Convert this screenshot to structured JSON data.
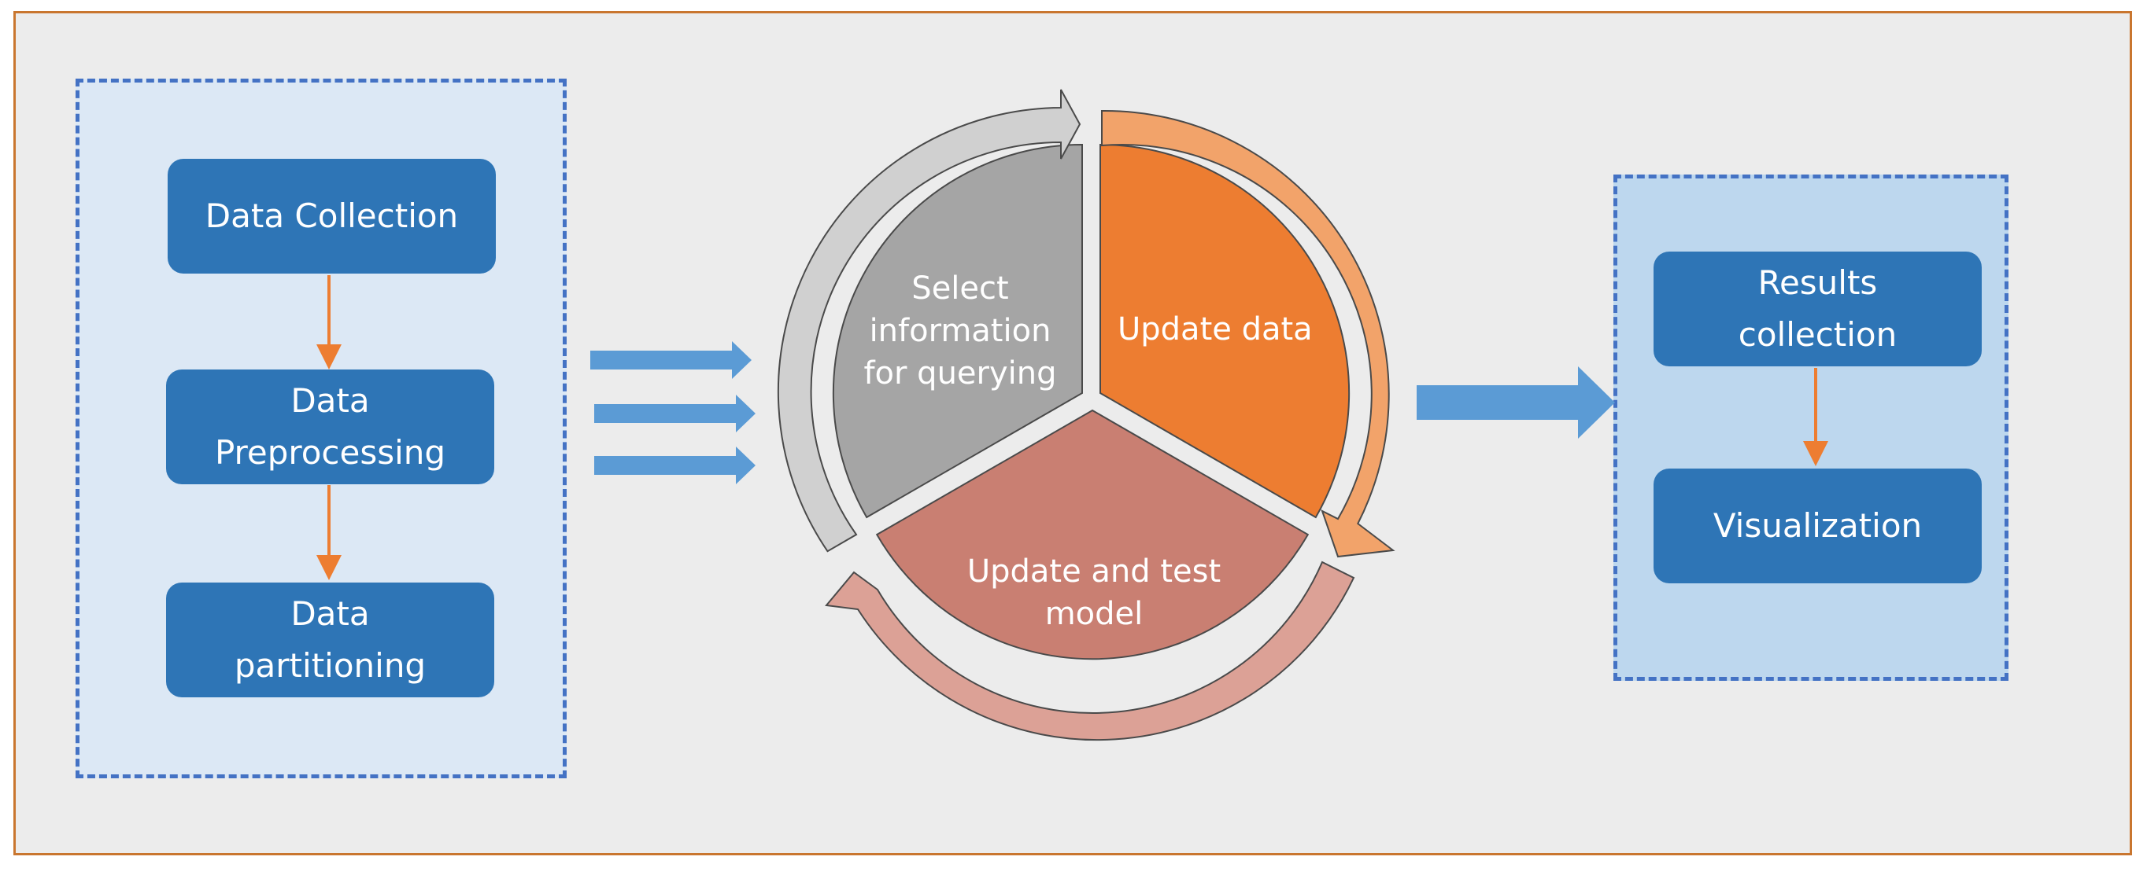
{
  "input_stage": {
    "collection": "Data Collection",
    "preprocessing": [
      "Data",
      "Preprocessing"
    ],
    "partitioning": [
      "Data",
      "partitioning"
    ]
  },
  "cycle": {
    "select": [
      "Select",
      "information",
      "for querying"
    ],
    "update_data": "Update data",
    "update_model": [
      "Update and test",
      "model"
    ]
  },
  "output_stage": {
    "results": [
      "Results",
      "collection"
    ],
    "visualization": "Visualization"
  },
  "colors": {
    "frame_border": "#c9762f",
    "background": "#ececec",
    "panel_dash": "#4472c4",
    "box_fill": "#2e75b6",
    "arrow_blue": "#5b9bd5",
    "arrow_orange": "#ed7d31",
    "segment_gray": "#a5a5a5",
    "segment_orange": "#ed7d31",
    "segment_rose": "#c97f72"
  }
}
